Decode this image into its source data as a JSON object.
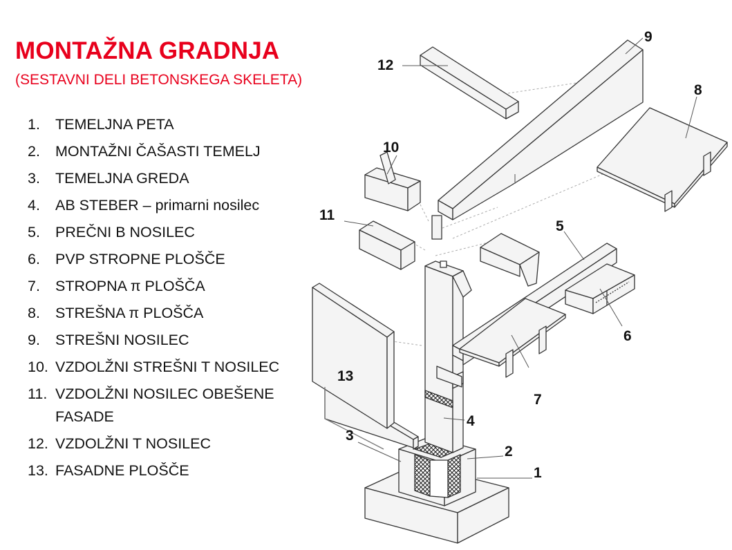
{
  "title": "MONTAŽNA GRADNJA",
  "subtitle": "(SESTAVNI DELI BETONSKEGA SKELETA)",
  "parts": [
    {
      "num": "1.",
      "label": "TEMELJNA PETA"
    },
    {
      "num": "2.",
      "label": "MONTAŽNI ČAŠASTI TEMELJ"
    },
    {
      "num": "3.",
      "label": "TEMELJNA GREDA"
    },
    {
      "num": "4.",
      "label": "AB STEBER – primarni nosilec"
    },
    {
      "num": "5.",
      "label": "PREČNI B NOSILEC"
    },
    {
      "num": "6.",
      "label": "PVP STROPNE PLOŠČE"
    },
    {
      "num": "7.",
      "label": "STROPNA  π  PLOŠČA"
    },
    {
      "num": "8.",
      "label": "STREŠNA  π  PLOŠČA"
    },
    {
      "num": "9.",
      "label": "STREŠNI NOSILEC"
    },
    {
      "num": "10.",
      "label": "VZDOLŽNI STREŠNI T NOSILEC"
    },
    {
      "num": "11.",
      "label": "VZDOLŽNI NOSILEC OBEŠENE FASADE"
    },
    {
      "num": "12.",
      "label": "VZDOLŽNI T NOSILEC"
    },
    {
      "num": "13.",
      "label": "FASADNE PLOŠČE"
    }
  ],
  "callouts": [
    "1",
    "2",
    "3",
    "4",
    "5",
    "6",
    "7",
    "8",
    "9",
    "10",
    "11",
    "12",
    "13"
  ],
  "colors": {
    "accent": "#e8001c",
    "text": "#111111",
    "line": "#333333",
    "fill": "#f4f4f4"
  }
}
